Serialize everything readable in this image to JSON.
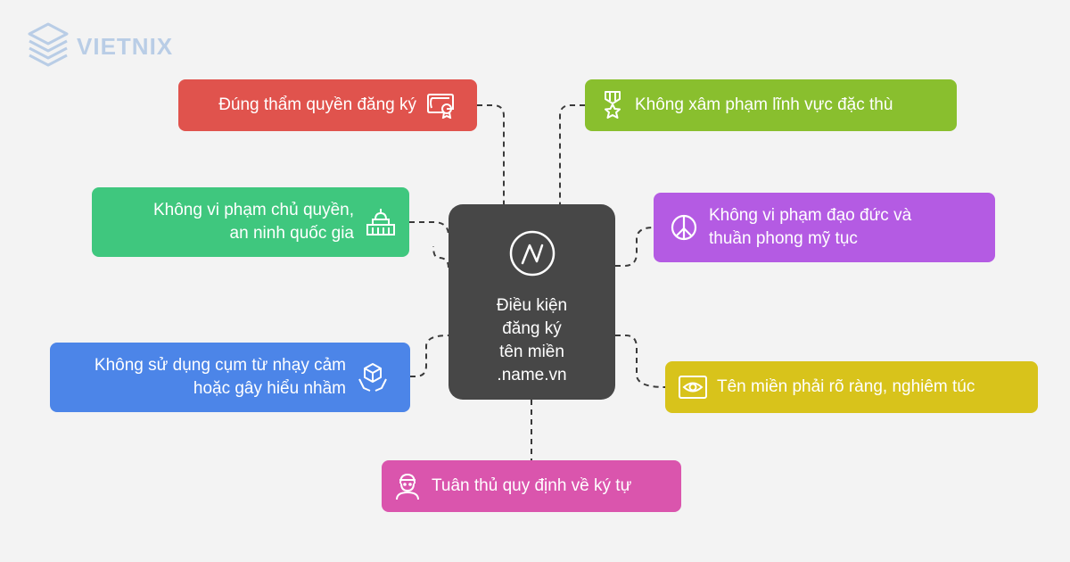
{
  "brand": {
    "name": "VIETNIX",
    "logo_icon": "stacked-layers-icon"
  },
  "center": {
    "lines": [
      "Điều kiện",
      "đăng ký",
      "tên miền",
      ".name.vn"
    ],
    "icon": "brand-n-circle-icon",
    "color": "#474747"
  },
  "nodes": {
    "registration_authority": {
      "label": "Đúng thẩm quyền đăng ký",
      "icon": "certificate-icon",
      "color": "#e0534d"
    },
    "sovereignty": {
      "lines": [
        "Không vi phạm chủ quyền,",
        "an ninh quốc gia"
      ],
      "icon": "capitol-building-icon",
      "color": "#3fc77e"
    },
    "sensitive_phrases": {
      "lines": [
        "Không sử dụng cụm từ nhạy cảm",
        "hoặc gây hiểu nhầm"
      ],
      "icon": "box-in-hands-icon",
      "color": "#4c85e8"
    },
    "special_fields": {
      "label": "Không xâm phạm lĩnh vực đặc thù",
      "icon": "medal-star-icon",
      "color": "#89bf2e"
    },
    "ethics": {
      "lines": [
        "Không vi phạm đạo đức và",
        "thuần phong mỹ tục"
      ],
      "icon": "peace-icon",
      "color": "#b45be3"
    },
    "clarity": {
      "label": "Tên miền phải rõ ràng, nghiêm túc",
      "icon": "eye-frame-icon",
      "color": "#d8c31b"
    },
    "characters": {
      "label": "Tuân thủ quy định về ký tự",
      "icon": "person-with-headband-icon",
      "color": "#da55ad"
    }
  }
}
